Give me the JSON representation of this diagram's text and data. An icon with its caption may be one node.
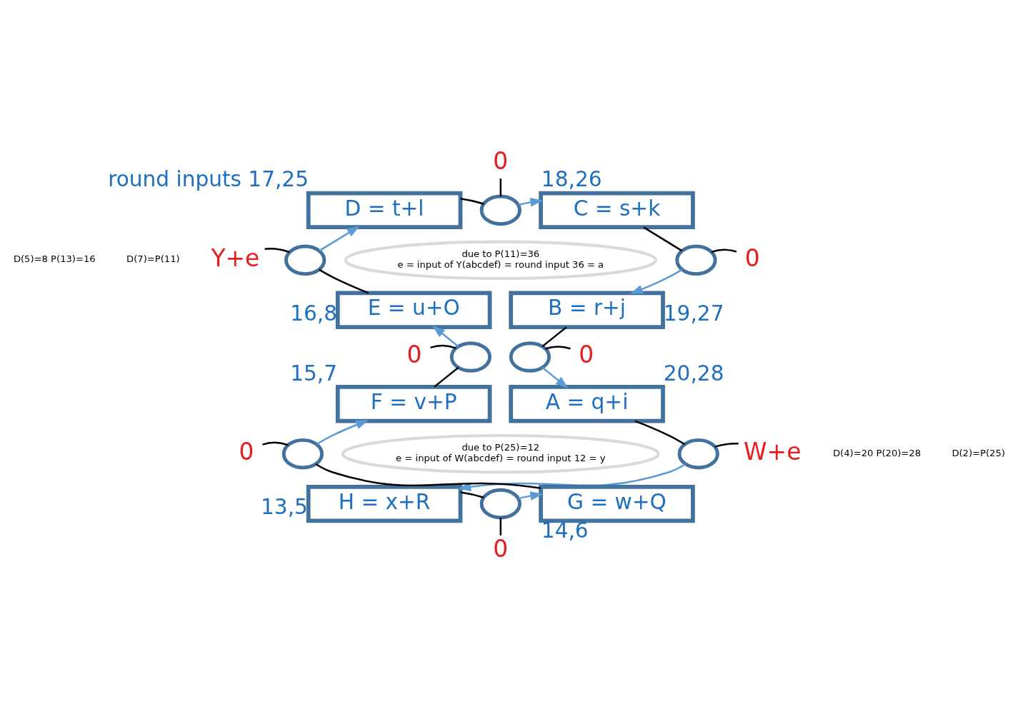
{
  "diagram": {
    "nodes": [
      {
        "text": [
          "0"
        ]
      },
      {
        "text": [
          "D = t+l"
        ],
        "beside": [
          "round inputs 17,25"
        ]
      },
      {
        "text": [],
        "shape": "circle"
      },
      {
        "text": [
          "C = s+k"
        ],
        "beside": [
          "18,26"
        ]
      },
      {
        "text": [
          "Y+e"
        ]
      },
      {
        "text": [],
        "shape": "circle"
      },
      {
        "text": [
          "due to P(11)=36",
          "e = input of Y(abcdef) = round input 36 = a"
        ]
      },
      {
        "text": [],
        "shape": "circle"
      },
      {
        "text": [
          "0"
        ]
      },
      {
        "text": [
          "E = u+O"
        ],
        "beside": [
          "16,8"
        ]
      },
      {
        "text": [
          "B = r+j"
        ],
        "beside": [
          "19,27"
        ]
      },
      {
        "text": [
          "0"
        ]
      },
      {
        "text": [],
        "shape": "circle"
      },
      {
        "text": [],
        "shape": "circle"
      },
      {
        "text": [
          "0"
        ]
      },
      {
        "text": [
          "F = v+P"
        ],
        "beside": [
          "15,7"
        ]
      },
      {
        "text": [
          "A = q+i"
        ],
        "beside": [
          "20,28"
        ]
      },
      {
        "text": [
          "due to P(25)=12",
          "e = input of W(abcdef) = round input 12 = y"
        ]
      },
      {
        "text": [],
        "shape": "circle"
      },
      {
        "text": [
          "W+e"
        ]
      },
      {
        "text": [
          "0"
        ]
      },
      {
        "text": [],
        "shape": "circle"
      },
      {
        "text": [
          "G = w+Q"
        ],
        "beside": [
          "14,6"
        ]
      },
      {
        "text": [],
        "shape": "circle"
      },
      {
        "text": [
          "H = x+R"
        ],
        "beside": [
          "13,5"
        ]
      },
      {
        "text": [
          "0"
        ]
      }
    ],
    "edges": [
      {
        "from": 1,
        "to": 2,
        "arrow": "none"
      },
      {
        "from": 2,
        "to": 3,
        "arrow": "to",
        "color": "#5b9bd5"
      },
      {
        "from": 0,
        "to": 2,
        "arrow": "none"
      },
      {
        "from": 3,
        "to": 7,
        "arrow": "none"
      },
      {
        "from": 7,
        "to": 10,
        "arrow": "to",
        "color": "#5b9bd5"
      },
      {
        "from": 8,
        "to": 7,
        "arrow": "none"
      },
      {
        "from": 10,
        "to": 13,
        "arrow": "none"
      },
      {
        "from": 13,
        "to": 16,
        "arrow": "to",
        "color": "#5b9bd5"
      },
      {
        "from": 14,
        "to": 13,
        "arrow": "none"
      },
      {
        "from": 16,
        "to": 18,
        "arrow": "none"
      },
      {
        "from": 18,
        "to": 24,
        "arrow": "to",
        "color": "#5b9bd5"
      },
      {
        "from": 19,
        "to": 18,
        "arrow": "none"
      },
      {
        "from": 24,
        "to": 23,
        "arrow": "none"
      },
      {
        "from": 23,
        "to": 22,
        "arrow": "to",
        "color": "#5b9bd5"
      },
      {
        "from": 25,
        "to": 23,
        "arrow": "none"
      },
      {
        "from": 22,
        "to": 21,
        "arrow": "none"
      },
      {
        "from": 21,
        "to": 15,
        "arrow": "to",
        "color": "#5b9bd5"
      },
      {
        "from": 20,
        "to": 21,
        "arrow": "none"
      },
      {
        "from": 15,
        "to": 12,
        "arrow": "none"
      },
      {
        "from": 12,
        "to": 9,
        "arrow": "to",
        "color": "#5b9bd5"
      },
      {
        "from": 11,
        "to": 12,
        "arrow": "none"
      },
      {
        "from": 9,
        "to": 5,
        "arrow": "none"
      },
      {
        "from": 5,
        "to": 1,
        "arrow": "to",
        "color": "#5b9bd5"
      },
      {
        "from": 4,
        "to": 5,
        "arrow": "none"
      }
    ],
    "labels": [
      "D(5)=8 P(13)=16",
      "D(7)=P(11)",
      "D(4)=20 P(20)=28",
      "D(2)=P(25)"
    ]
  }
}
